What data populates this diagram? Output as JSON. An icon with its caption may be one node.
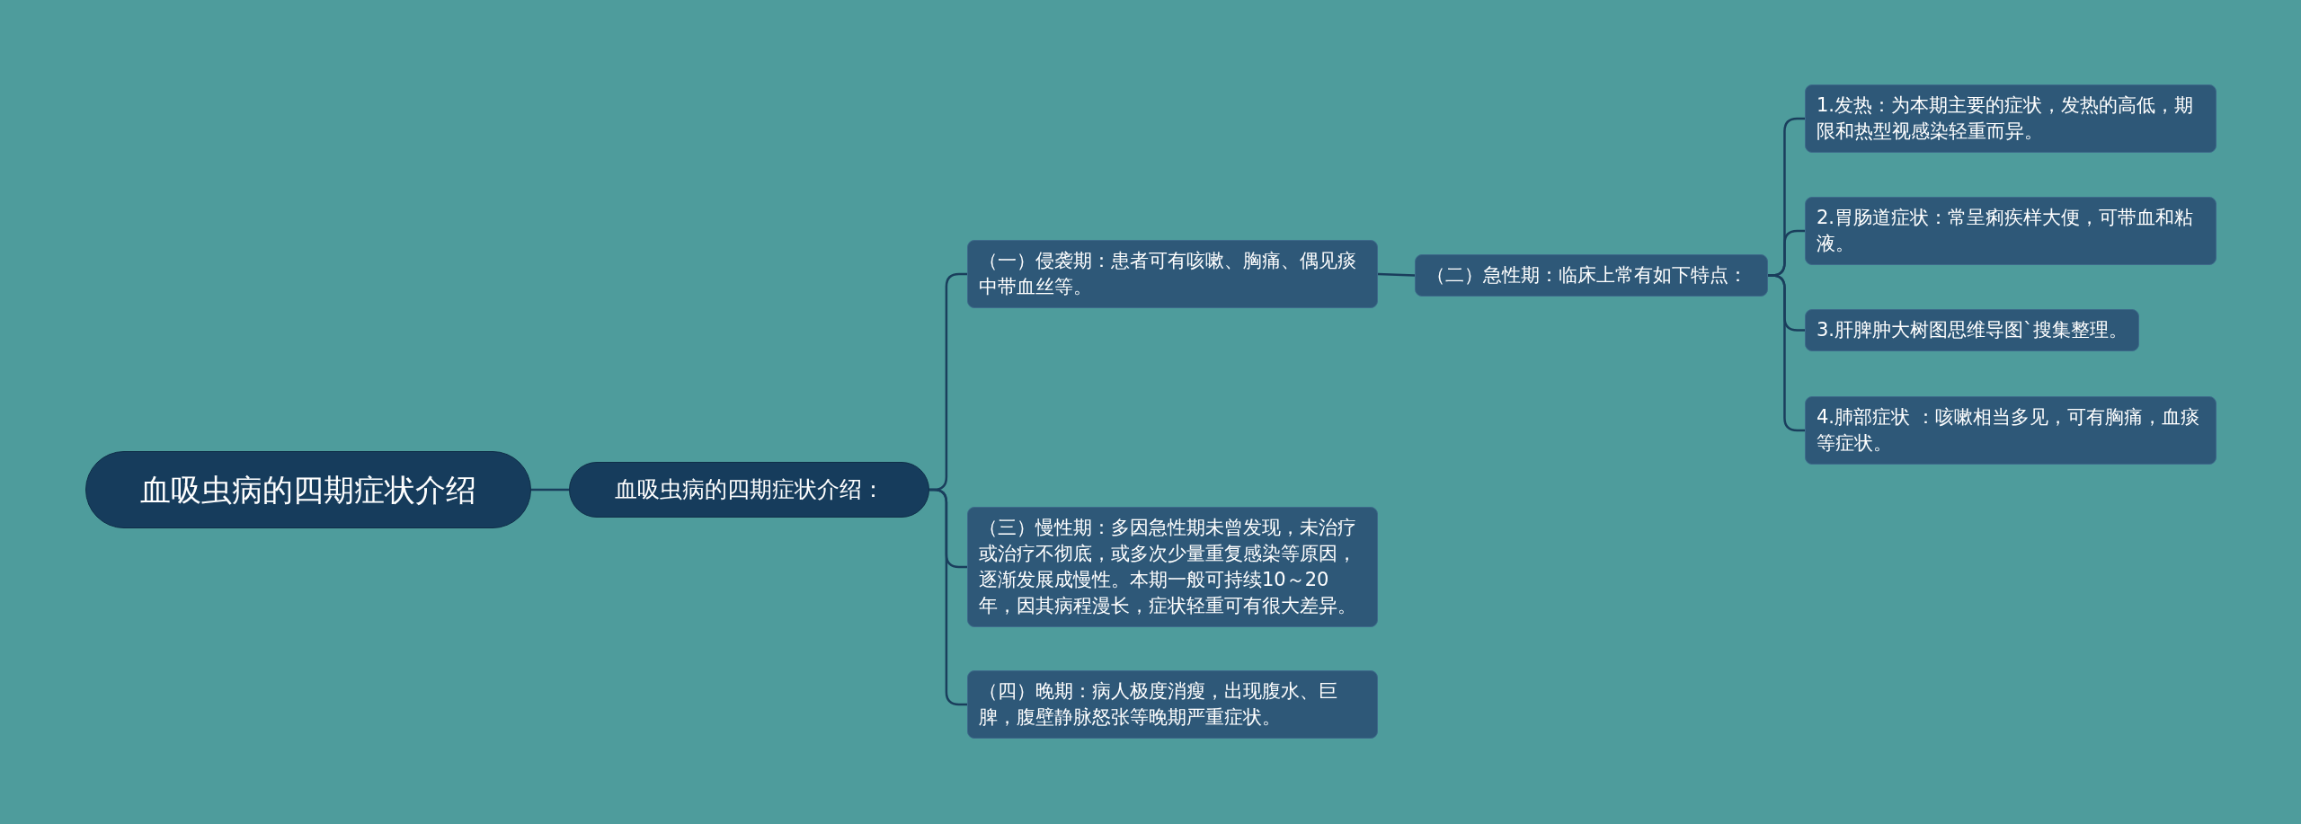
{
  "diagram": {
    "nodes": [
      {
        "text": [
          "血吸虫病的四期症状介绍"
        ]
      },
      {
        "text": [
          "血吸虫病的四期症状介绍："
        ]
      },
      {
        "text": [
          "（一）侵袭期：患者可有咳嗽、胸痛、偶见痰中带血丝等。"
        ]
      },
      {
        "text": [
          "（二）急性期：临床上常有如下特点："
        ]
      },
      {
        "text": [
          "1.发热：为本期主要的症状，发热的高低，期限和热型视感染轻重而异。"
        ]
      },
      {
        "text": [
          "2.胃肠道症状：常呈痢疾样大便，可带血和粘液。"
        ]
      },
      {
        "text": [
          "3.肝脾肿大树图思维导图`搜集整理。"
        ]
      },
      {
        "text": [
          "4.肺部症状 ：咳嗽相当多见，可有胸痛，血痰等症状。"
        ]
      },
      {
        "text": [
          "（三）慢性期：多因急性期未曾发现，未治疗或治疗不彻底，或多次少量重复感染等原因，逐渐发展成慢性。本期一般可持续10～20年，因其病程漫长，症状轻重可有很大差异。"
        ]
      },
      {
        "text": [
          "（四）晚期：病人极度消瘦，出现腹水、巨脾，腹壁静脉怒张等晚期严重症状。"
        ]
      }
    ],
    "edges": [
      {
        "from": 0,
        "to": 1,
        "arrow": "none"
      },
      {
        "from": 1,
        "to": 2,
        "arrow": "none"
      },
      {
        "from": 2,
        "to": 3,
        "arrow": "none"
      },
      {
        "from": 3,
        "to": 4,
        "arrow": "none"
      },
      {
        "from": 3,
        "to": 5,
        "arrow": "none"
      },
      {
        "from": 3,
        "to": 6,
        "arrow": "none"
      },
      {
        "from": 3,
        "to": 7,
        "arrow": "none"
      },
      {
        "from": 1,
        "to": 8,
        "arrow": "none"
      },
      {
        "from": 1,
        "to": 9,
        "arrow": "none"
      }
    ]
  }
}
